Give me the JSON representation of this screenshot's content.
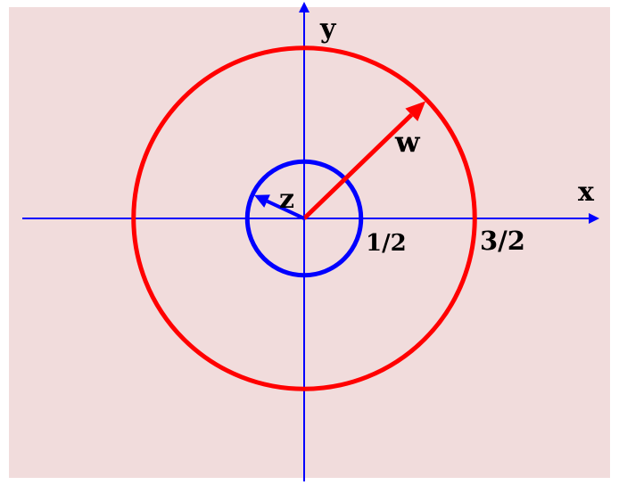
{
  "labels": {
    "y_axis": "y",
    "x_axis": "x",
    "vector_w": "w",
    "vector_z": "z",
    "inner_radius": "1/2",
    "outer_radius": "3/2"
  },
  "colors": {
    "background": "#f1dcdc",
    "axes": "#0000ff",
    "inner_circle": "#0000ff",
    "outer_circle": "#ff0000",
    "vector_w": "#ff0000",
    "vector_z": "#0000ff",
    "text": "#000000"
  },
  "diagram": {
    "inner_circle_radius": 0.5,
    "outer_circle_radius": 1.5,
    "vector_w_angle_deg": 44,
    "vector_z_angle_deg": 155
  }
}
